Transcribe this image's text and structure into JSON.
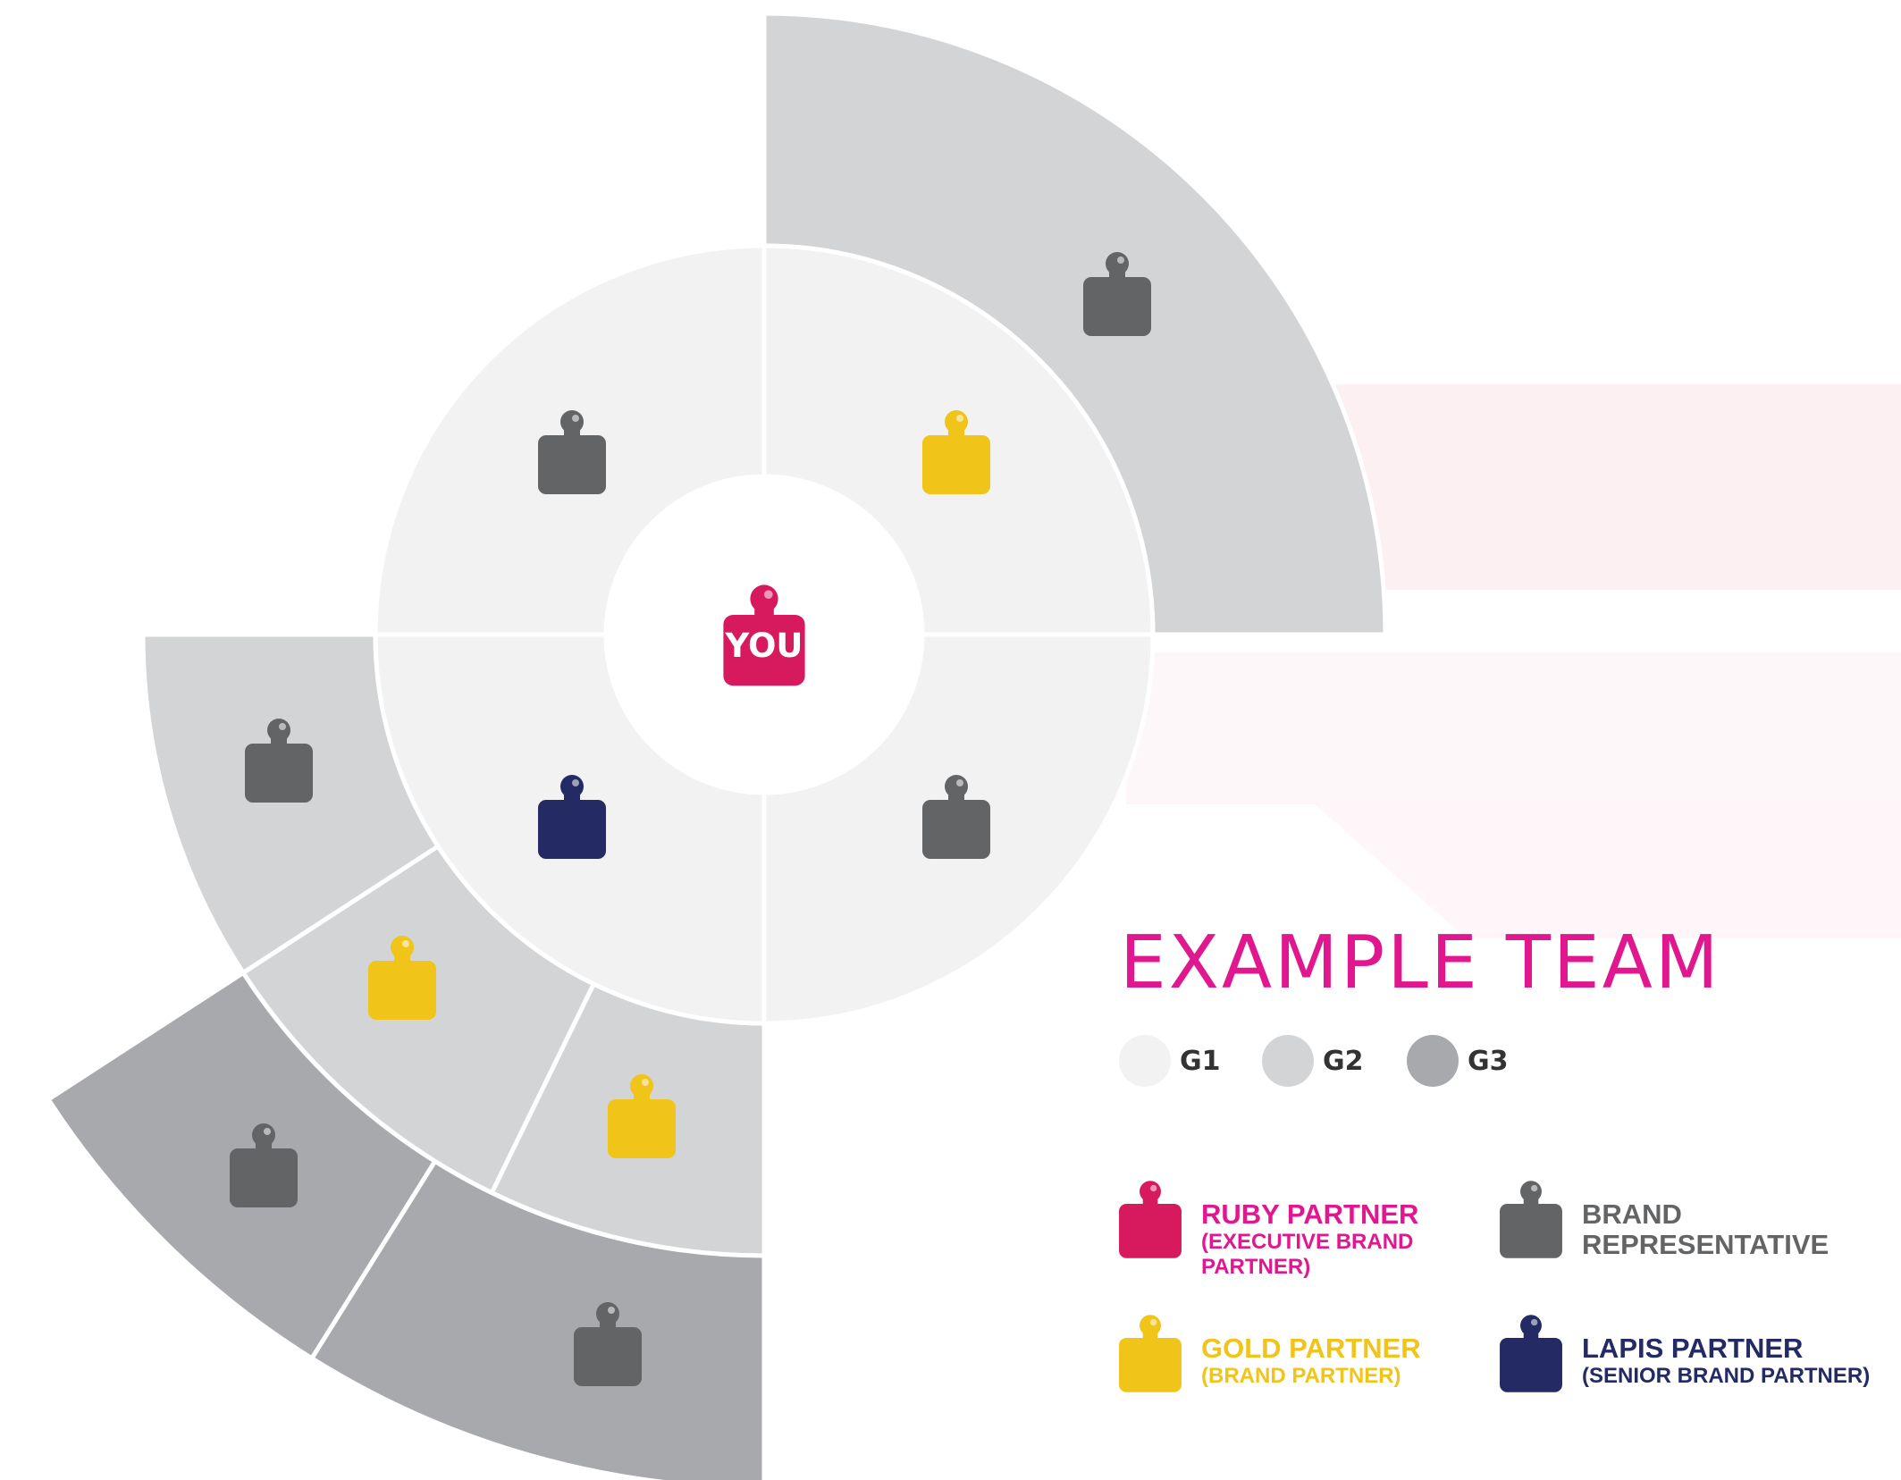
{
  "title": "EXAMPLE TEAM",
  "center_label": "YOU",
  "generations": [
    {
      "label": "G1",
      "color": "#f2f2f3"
    },
    {
      "label": "G2",
      "color": "#d3d4d6"
    },
    {
      "label": "G3",
      "color": "#a7a9ac"
    }
  ],
  "ranks": {
    "ruby": {
      "name": "RUBY PARTNER",
      "sub": "(EXECUTIVE BRAND PARTNER)",
      "color": "#d61a5d",
      "text_color": "#e0178f"
    },
    "gold": {
      "name": "GOLD PARTNER",
      "sub": "(BRAND PARTNER)",
      "color": "#f0c419",
      "text_color": "#f0c419"
    },
    "brand": {
      "name": "BRAND REPRESENTATIVE",
      "sub": "",
      "color": "#636466",
      "text_color": "#636466"
    },
    "lapis": {
      "name": "LAPIS PARTNER",
      "sub": "(SENIOR BRAND PARTNER)",
      "color": "#232a64",
      "text_color": "#232a64"
    }
  },
  "team": {
    "g1": [
      "brand",
      "gold",
      "brand",
      "lapis"
    ],
    "g2_top_right": "brand",
    "g2_lower_left": [
      "brand",
      "gold",
      "gold"
    ],
    "g3_lower_left": [
      "brand",
      "brand"
    ]
  }
}
